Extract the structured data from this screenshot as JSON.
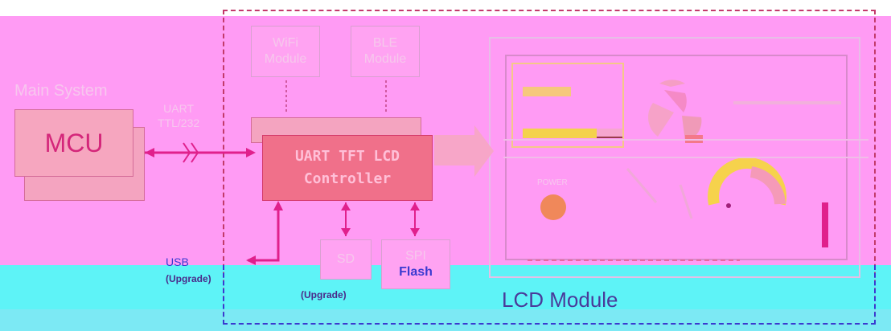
{
  "main_system": {
    "label": "Main System",
    "mcu_label": "MCU"
  },
  "uart_link": {
    "line1": "UART",
    "line2": "TTL/232"
  },
  "controller": {
    "line1": "UART TFT LCD",
    "line2": "Controller"
  },
  "wifi": {
    "line1": "WiFi",
    "line2": "Module"
  },
  "ble": {
    "line1": "BLE",
    "line2": "Module"
  },
  "sd": {
    "label": "SD",
    "sub": "(Upgrade)"
  },
  "spi": {
    "line1": "SPI",
    "line2": "Flash"
  },
  "usb": {
    "label": "USB",
    "sub": "(Upgrade)"
  },
  "lcd": {
    "label": "LCD Module",
    "power_label": "POWER"
  },
  "colors": {
    "pink": "#ff9bf4",
    "cyan": "#5ef3f7",
    "accent": "#e0208c",
    "navy": "#3a3ad0"
  }
}
